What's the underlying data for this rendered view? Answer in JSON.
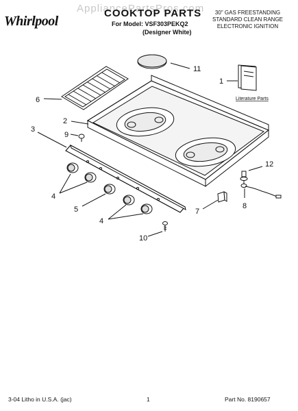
{
  "watermark": "AppliancePartsPros.com",
  "header": {
    "brand": "Whirlpool",
    "title": "COOKTOP PARTS",
    "model": "For Model: VSF303PEKQ2",
    "variant": "(Designer White)",
    "spec_lines": [
      "30\" GAS FREESTANDING",
      "STANDARD CLEAN RANGE",
      "ELECTRONIC IGNITION"
    ]
  },
  "callouts": [
    "11",
    "1",
    "6",
    "2",
    "3",
    "9",
    "12",
    "4",
    "8",
    "5",
    "7",
    "4",
    "10"
  ],
  "literature_label": "Literature Parts",
  "footer": {
    "left": "3-04 Litho in U.S.A. (jac)",
    "center": "1",
    "right": "Part No. 8190657"
  }
}
